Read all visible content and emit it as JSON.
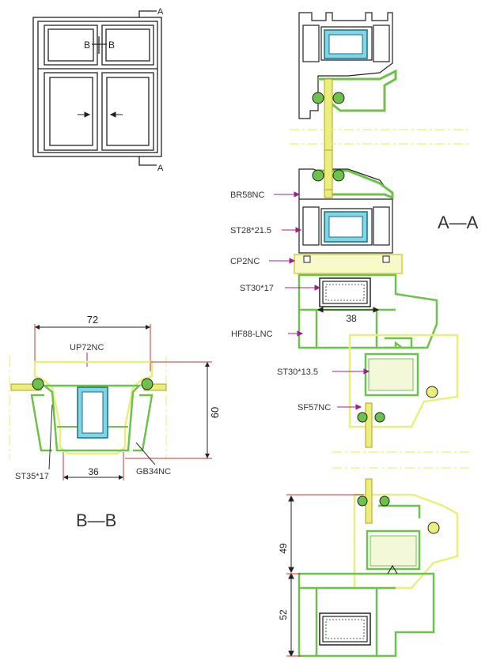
{
  "window_elevation": {
    "section_marker_top": "A",
    "section_marker_bottom": "A",
    "bb_left": "B",
    "bb_right": "B"
  },
  "section_aa": {
    "title": "A—A",
    "callouts": [
      "BR58NC",
      "ST28*21.5",
      "CP2NC",
      "ST30*17",
      "HF88-LNC",
      "ST30*13.5",
      "SF57NC"
    ],
    "dim_38": "38",
    "dim_49": "49",
    "dim_52": "52"
  },
  "section_bb": {
    "title": "B—B",
    "dim_72": "72",
    "label_up72nc": "UP72NC",
    "dim_60": "60",
    "label_st35": "ST35*17",
    "dim_36": "36",
    "label_gb34nc": "GB34NC"
  },
  "colors": {
    "outline": "#222222",
    "pvc_green": "#6cc24a",
    "pvc_yellow": "#e9ef7a",
    "steel_cyan": "#7fd6e8",
    "leader_magenta": "#a0208a",
    "dim_red": "#d03030"
  }
}
